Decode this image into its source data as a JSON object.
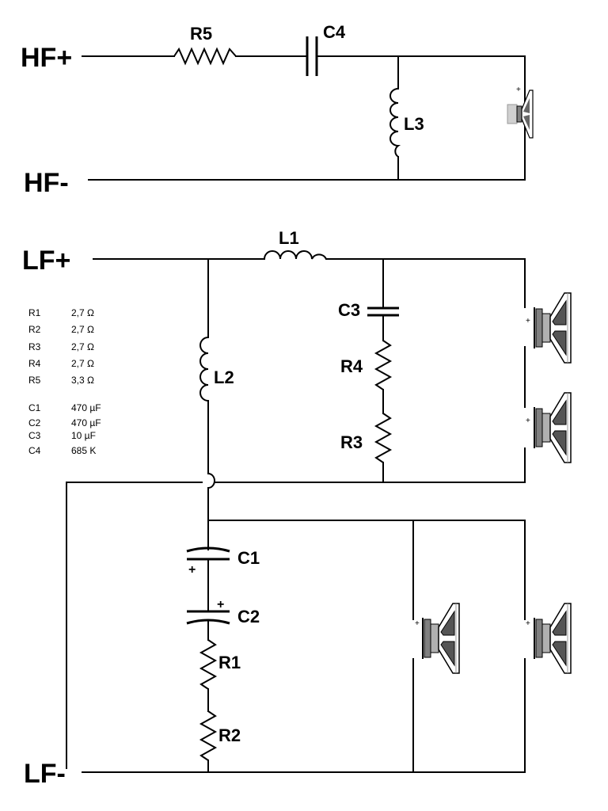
{
  "terminals": {
    "hf_plus": "HF+",
    "hf_minus": "HF-",
    "lf_plus": "LF+",
    "lf_minus": "LF-"
  },
  "components": {
    "r1": "R1",
    "r2": "R2",
    "r3": "R3",
    "r4": "R4",
    "r5": "R5",
    "c1": "C1",
    "c2": "C2",
    "c3": "C3",
    "c4": "C4",
    "l1": "L1",
    "l2": "L2",
    "l3": "L3"
  },
  "polarity": {
    "cap_plus": "+",
    "speaker_plus": "+"
  },
  "parts_list": [
    {
      "name": "R1",
      "value": "2,7 Ω"
    },
    {
      "name": "R2",
      "value": "2,7 Ω"
    },
    {
      "name": "R3",
      "value": "2,7 Ω"
    },
    {
      "name": "R4",
      "value": "2,7 Ω"
    },
    {
      "name": "R5",
      "value": "3,3 Ω"
    },
    {
      "name": "C1",
      "value": "470 µF"
    },
    {
      "name": "C2",
      "value": "470 µF"
    },
    {
      "name": "C3",
      "value": "10 µF"
    },
    {
      "name": "C4",
      "value": "685 K"
    }
  ]
}
